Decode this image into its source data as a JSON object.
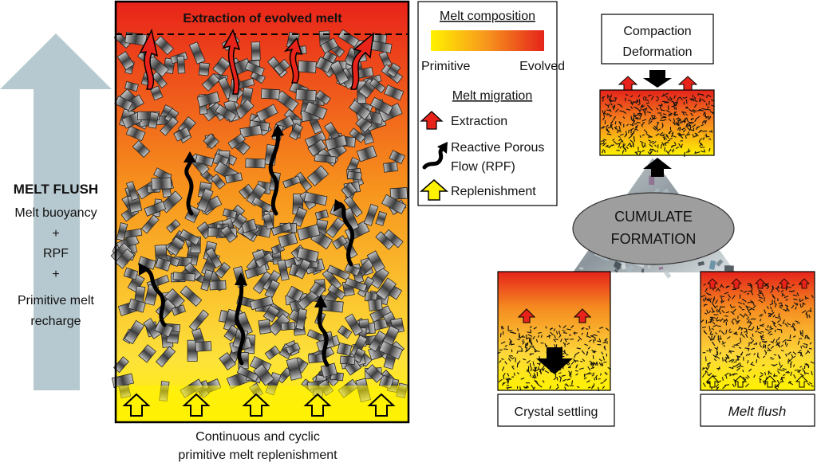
{
  "side_label": {
    "title": "MELT FLUSH",
    "lines": [
      "Melt buoyancy",
      "+",
      "RPF",
      "+",
      "Primitive melt",
      "recharge"
    ]
  },
  "column": {
    "top_label": "Extraction of evolved melt",
    "bottom_caption": [
      "Continuous and cyclic",
      "primitive melt replenishment"
    ]
  },
  "legend": {
    "composition_title": "Melt composition",
    "primitive": "Primitive",
    "evolved": "Evolved",
    "migration_title": "Melt migration",
    "extraction": "Extraction",
    "rpf_lines": [
      "Reactive Porous",
      "Flow (RPF)"
    ],
    "replenishment": "Replenishment"
  },
  "right_panel": {
    "compaction_lines": [
      "Compaction",
      "Deformation"
    ],
    "center_lines": [
      "CUMULATE",
      "FORMATION"
    ],
    "settling": "Crystal settling",
    "flush": "Melt flush"
  },
  "colors": {
    "evolved": "#e5231b",
    "mid": "#f7941d",
    "primitive": "#fff200",
    "arrow_bg": "#b7c9d0",
    "ellipse": "#9e9e9e"
  }
}
